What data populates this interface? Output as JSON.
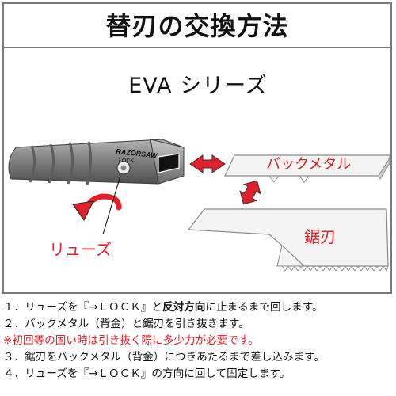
{
  "title": "替刃の交換方法",
  "series_name": "EVA シリーズ",
  "handle_brand": "RAZORSAW",
  "handle_lock": "LOCK",
  "labels": {
    "back_metal": "バックメタル",
    "blade": "鋸刃",
    "screw": "リューズ"
  },
  "colors": {
    "red": "#e0202a",
    "handle": "#7a7a7a",
    "frame": "#7a7a7a"
  },
  "steps": {
    "s1_pre": "１．リューズを『→ＬＯＣＫ』と",
    "s1_bold": "反対方向",
    "s1_post": "に止まるまで回します。",
    "s2": "２．バックメタル（背金）と鋸刃を引き抜きます。",
    "warning": "※初回等の固い時は引き抜く際に多少力が必要です。",
    "s3": "３．鋸刃をバックメタル（背金）につきあたるまで差し込みます。",
    "s4": "４．リューズを『→ＬＯＣＫ』の方向に回して固定します。"
  }
}
